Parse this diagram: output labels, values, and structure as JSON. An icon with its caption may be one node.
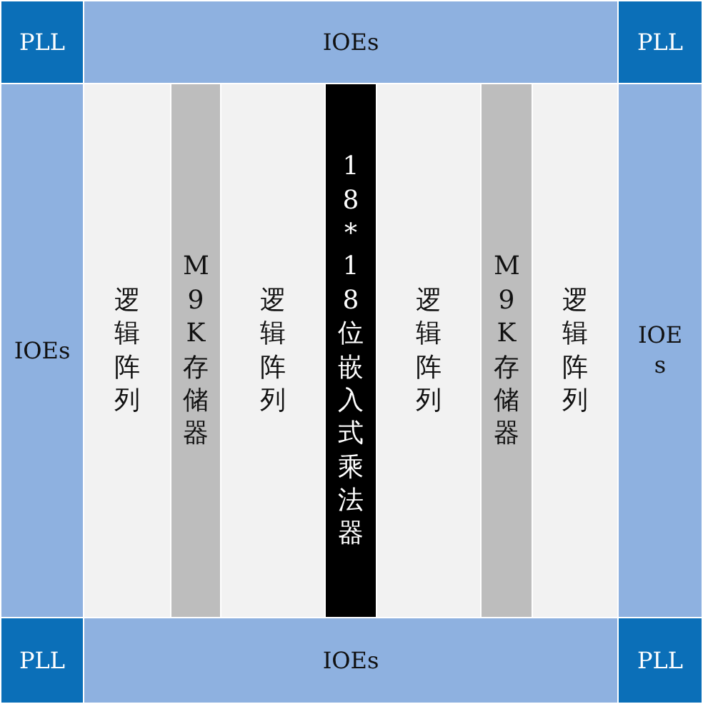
{
  "diagram": {
    "nodes": [
      {
        "text": [
          "PLL"
        ]
      },
      {
        "text": [
          "IOEs"
        ]
      },
      {
        "text": [
          "PLL"
        ]
      },
      {
        "text": [
          "IOEs"
        ]
      },
      {
        "text": [
          "逻辑阵列"
        ]
      },
      {
        "text": [
          "M9K存储器"
        ]
      },
      {
        "text": [
          "逻辑阵列"
        ]
      },
      {
        "text": [
          "18*18位嵌入式乘法器"
        ]
      },
      {
        "text": [
          "逻辑阵列"
        ]
      },
      {
        "text": [
          "M9K存储器"
        ]
      },
      {
        "text": [
          "逻辑阵列"
        ]
      },
      {
        "text": [
          "IOEs"
        ]
      },
      {
        "text": [
          "PLL"
        ]
      },
      {
        "text": [
          "IOEs"
        ]
      },
      {
        "text": [
          "PLL"
        ]
      }
    ]
  }
}
